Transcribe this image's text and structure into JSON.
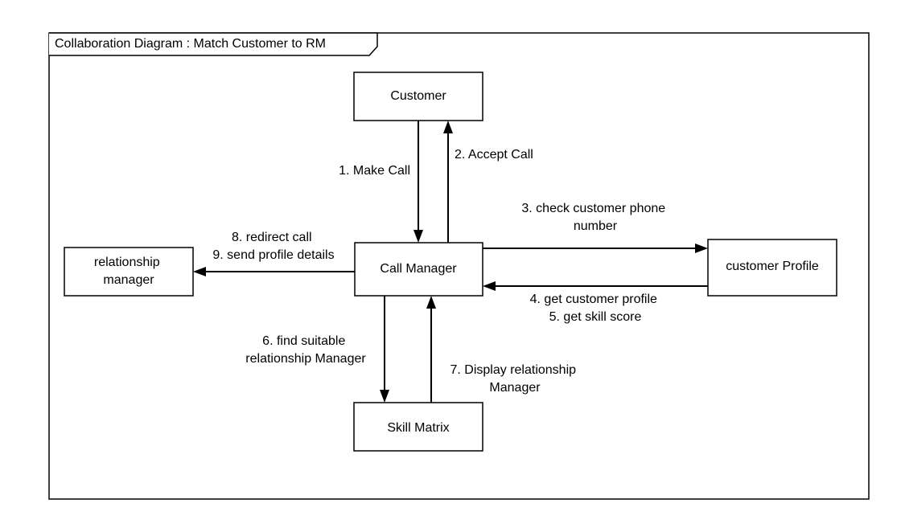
{
  "frame": {
    "title": "Collaboration Diagram : Match Customer to RM"
  },
  "nodes": {
    "customer": "Customer",
    "call_manager": "Call Manager",
    "relationship_manager": [
      "relationship",
      "manager"
    ],
    "customer_profile": "customer Profile",
    "skill_matrix": "Skill Matrix"
  },
  "messages": {
    "make_call": "1. Make Call",
    "accept_call": "2. Accept Call",
    "check_phone": [
      "3. check customer phone",
      "number"
    ],
    "profile_score": [
      "4. get customer profile",
      "5. get skill score"
    ],
    "find_rm": [
      "6. find suitable",
      "relationship Manager"
    ],
    "display_rm": [
      "7. Display relationship",
      "Manager"
    ],
    "redirect": [
      "8. redirect call",
      "9. send profile details"
    ]
  },
  "colors": {
    "line": "#000000",
    "background": "#ffffff"
  }
}
